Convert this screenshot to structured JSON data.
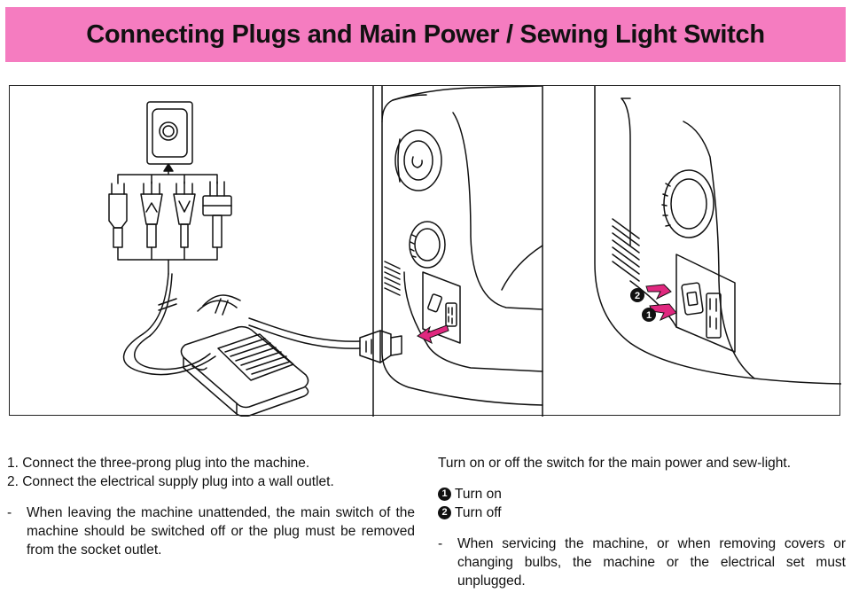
{
  "header": {
    "title": "Connecting Plugs and Main Power / Sewing Light Switch"
  },
  "figure": {
    "callout_1": "1",
    "callout_2": "2",
    "accent_color": "#e0287f",
    "title_bar_color": "#f57cc0"
  },
  "left_column": {
    "steps": [
      "1. Connect the three-prong plug into the machine.",
      "2. Connect the electrical supply plug into a wall outlet."
    ],
    "note_dash": "-",
    "note": "When leaving the machine unattended, the main switch of the machine should be switched off or the plug must be removed from the socket outlet."
  },
  "right_column": {
    "intro": "Turn on or off the switch for the main power and sew-light.",
    "items": [
      {
        "num": "1",
        "label": "Turn on"
      },
      {
        "num": "2",
        "label": "Turn off"
      }
    ],
    "note_dash": "-",
    "note": "When servicing the machine, or when removing covers or changing bulbs, the machine or the electrical set must unplugged."
  }
}
